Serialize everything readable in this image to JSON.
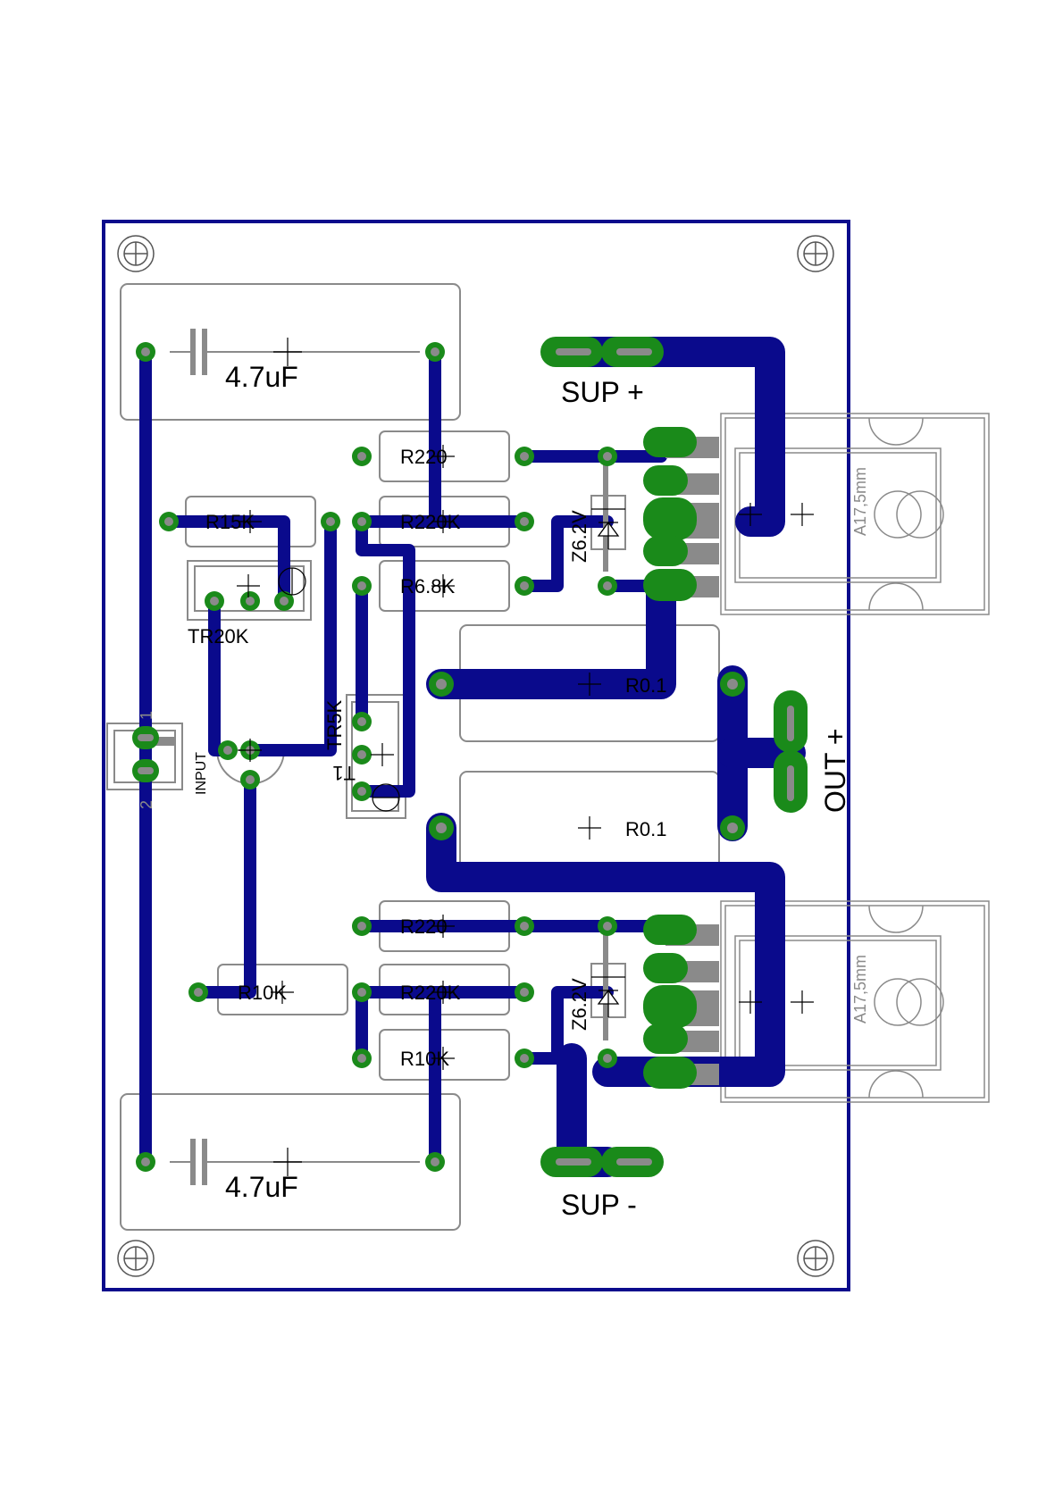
{
  "capacitors": [
    {
      "label": "4.7uF"
    },
    {
      "label": "4.7uF"
    }
  ],
  "resistors": {
    "r220_top": "R220",
    "r220k_top": "R220K",
    "r15k": "R15K",
    "r68k": "R6.8K",
    "r220_bot": "R220",
    "r220k_bot": "R220K",
    "r10k_left": "R10K",
    "r10k_right": "R10K",
    "r01_top": "R0.1",
    "r01_bot": "R0.1"
  },
  "trimmers": {
    "tr20k": "TR20K",
    "tr5k": "TR5K"
  },
  "transistor": "T1",
  "zeners": {
    "top": "Z6.2V",
    "bottom": "Z6.2V"
  },
  "heatsinks": {
    "top": "A17,5mm",
    "bottom": "A17,5mm"
  },
  "connectors": {
    "sup_plus": "SUP +",
    "sup_minus": "SUP -",
    "out_plus": "OUT +",
    "input": "INPUT",
    "pin1": "1",
    "pin2": "2"
  },
  "colors": {
    "trace": "#0a0a8c",
    "pad": "#1a8a1a",
    "outline": "#8a8a8a",
    "board_edge": "#0a0a8c"
  }
}
